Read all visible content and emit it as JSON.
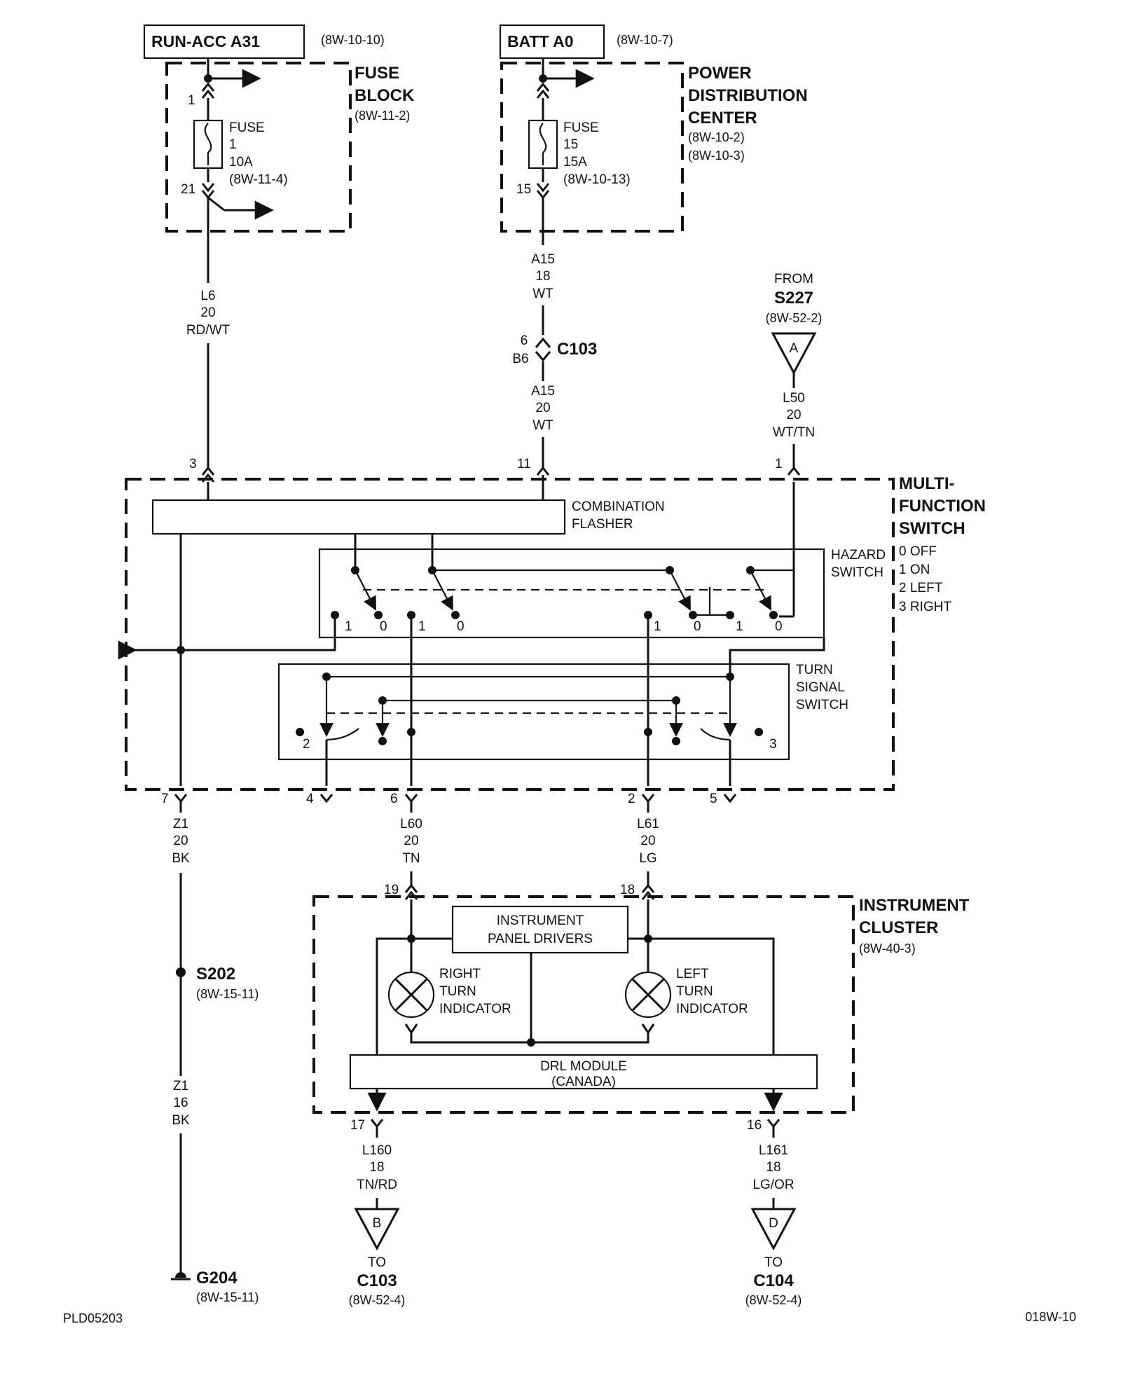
{
  "sources": {
    "run_acc": {
      "label": "RUN-ACC A31",
      "ref": "(8W-10-10)"
    },
    "batt": {
      "label": "BATT A0",
      "ref": "(8W-10-7)"
    }
  },
  "fuse_block": {
    "title1": "FUSE",
    "title2": "BLOCK",
    "ref": "(8W-11-2)",
    "fuse_lines": [
      "FUSE",
      "1",
      "10A",
      "(8W-11-4)"
    ],
    "pin_in": "1",
    "pin_out": "21"
  },
  "pdc": {
    "title1": "POWER",
    "title2": "DISTRIBUTION",
    "title3": "CENTER",
    "ref1": "(8W-10-2)",
    "ref2": "(8W-10-3)",
    "fuse_lines": [
      "FUSE",
      "15",
      "15A",
      "(8W-10-13)"
    ],
    "pin_out": "15"
  },
  "wires": {
    "l6": [
      "L6",
      "20",
      "RD/WT"
    ],
    "a15_top": [
      "A15",
      "18",
      "WT"
    ],
    "a15_bottom": [
      "A15",
      "20",
      "WT"
    ],
    "l50": [
      "L50",
      "20",
      "WT/TN"
    ],
    "z1_top": [
      "Z1",
      "20",
      "BK"
    ],
    "l60": [
      "L60",
      "20",
      "TN"
    ],
    "l61": [
      "L61",
      "20",
      "LG"
    ],
    "z1_bottom": [
      "Z1",
      "16",
      "BK"
    ],
    "l160": [
      "L160",
      "18",
      "TN/RD"
    ],
    "l161": [
      "L161",
      "18",
      "LG/OR"
    ]
  },
  "connector_c103": {
    "pin_top": "6",
    "pin_bottom": "B6",
    "label": "C103"
  },
  "from_s227": {
    "from": "FROM",
    "label": "S227",
    "ref": "(8W-52-2)",
    "letter": "A"
  },
  "mfs": {
    "title1": "MULTI-",
    "title2": "FUNCTION",
    "title3": "SWITCH",
    "positions": [
      "0 OFF",
      "1 ON",
      "2 LEFT",
      "3 RIGHT"
    ],
    "flasher1": "COMBINATION",
    "flasher2": "FLASHER",
    "hazard1": "HAZARD",
    "hazard2": "SWITCH",
    "turn1": "TURN",
    "turn2": "SIGNAL",
    "turn3": "SWITCH",
    "hazard_contacts": [
      "1",
      "0",
      "1",
      "0",
      "1",
      "0",
      "1",
      "0"
    ],
    "turn_positions": [
      "2",
      "3"
    ],
    "pins_top": [
      "3",
      "11",
      "1"
    ],
    "pins_bottom": [
      "7",
      "4",
      "6",
      "2",
      "5"
    ]
  },
  "cluster": {
    "title1": "INSTRUMENT",
    "title2": "CLUSTER",
    "ref": "(8W-40-3)",
    "drivers1": "INSTRUMENT",
    "drivers2": "PANEL DRIVERS",
    "right_ind": [
      "RIGHT",
      "TURN",
      "INDICATOR"
    ],
    "left_ind": [
      "LEFT",
      "TURN",
      "INDICATOR"
    ],
    "drl1": "DRL MODULE",
    "drl2": "(CANADA)",
    "pins_top": [
      "19",
      "18"
    ],
    "pins_bottom": [
      "17",
      "16"
    ]
  },
  "s202": {
    "label": "S202",
    "ref": "(8W-15-11)"
  },
  "g204": {
    "label": "G204",
    "ref": "(8W-15-11)"
  },
  "dest_b": {
    "letter": "B",
    "to": "TO",
    "label": "C103",
    "ref": "(8W-52-4)"
  },
  "dest_d": {
    "letter": "D",
    "to": "TO",
    "label": "C104",
    "ref": "(8W-52-4)"
  },
  "footer": {
    "left": "PLD05203",
    "right": "018W-10"
  }
}
